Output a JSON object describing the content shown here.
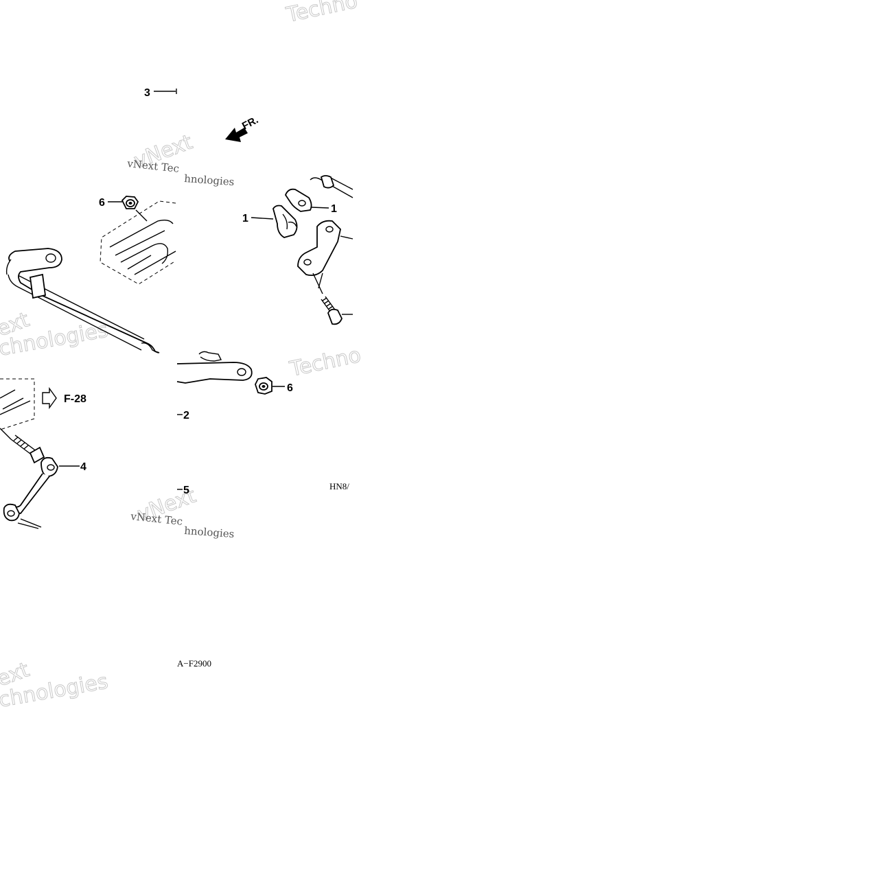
{
  "diagram": {
    "callouts": [
      {
        "id": "c3",
        "label": "3"
      },
      {
        "id": "c6a",
        "label": "6"
      },
      {
        "id": "c1a",
        "label": "1"
      },
      {
        "id": "c1b",
        "label": "1"
      },
      {
        "id": "c6b",
        "label": "6"
      },
      {
        "id": "c2",
        "label": "2"
      },
      {
        "id": "c4",
        "label": "4"
      },
      {
        "id": "c5",
        "label": "5"
      }
    ],
    "front_indicator": "FR.",
    "section_ref": "F-28",
    "diagram_code_left": "A−F2900",
    "diagram_code_right": "HN8/"
  },
  "watermarks": {
    "brand": "vNext",
    "text_a": "vNext Tec",
    "text_b": "hnologies",
    "text_c": "Techno",
    "text_d": "ext",
    "text_e": "chnologies"
  }
}
